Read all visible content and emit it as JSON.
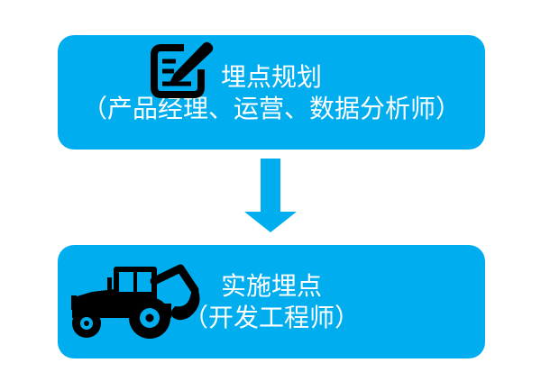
{
  "page": {
    "background_color": "#ffffff"
  },
  "colors": {
    "box_blue": "#00AEEF",
    "arrow_blue": "#00AEEF",
    "text_white": "#ffffff",
    "icon_black": "#000000"
  },
  "flow": {
    "steps": [
      {
        "id": "planning",
        "icon": "compose-pencil-icon",
        "title": "埋点规划",
        "subtitle": "（产品经理、运营、数据分析师）"
      },
      {
        "id": "implementation",
        "icon": "excavator-icon",
        "title": "实施埋点",
        "subtitle": "（开发工程师）"
      }
    ],
    "connector": {
      "type": "down-arrow",
      "direction": "down"
    }
  }
}
